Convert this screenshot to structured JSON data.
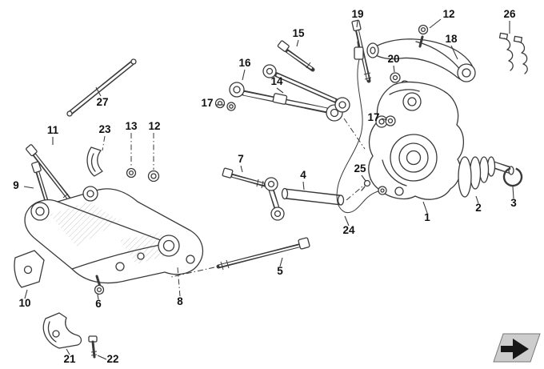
{
  "appearance": {
    "background": "#ffffff",
    "line_color": "#3a3a3a",
    "label_color": "#111111",
    "logo_box_color": "#cdcdcd",
    "logo_arrow_color": "#161616"
  },
  "diagram": {
    "type": "exploded-parts-diagram",
    "callouts": [
      {
        "label": "19"
      },
      {
        "label": "12"
      },
      {
        "label": "26"
      },
      {
        "label": "15"
      },
      {
        "label": "18"
      },
      {
        "label": "16"
      },
      {
        "label": "20"
      },
      {
        "label": "14"
      },
      {
        "label": "17"
      },
      {
        "label": "27"
      },
      {
        "label": "11"
      },
      {
        "label": "23"
      },
      {
        "label": "13"
      },
      {
        "label": "12"
      },
      {
        "label": "9"
      },
      {
        "label": "7"
      },
      {
        "label": "4"
      },
      {
        "label": "25"
      },
      {
        "label": "17"
      },
      {
        "label": "1"
      },
      {
        "label": "2"
      },
      {
        "label": "3"
      },
      {
        "label": "24"
      },
      {
        "label": "5"
      },
      {
        "label": "8"
      },
      {
        "label": "6"
      },
      {
        "label": "10"
      },
      {
        "label": "21"
      },
      {
        "label": "22"
      }
    ]
  },
  "logo": {
    "icon": "arrow-logo"
  }
}
